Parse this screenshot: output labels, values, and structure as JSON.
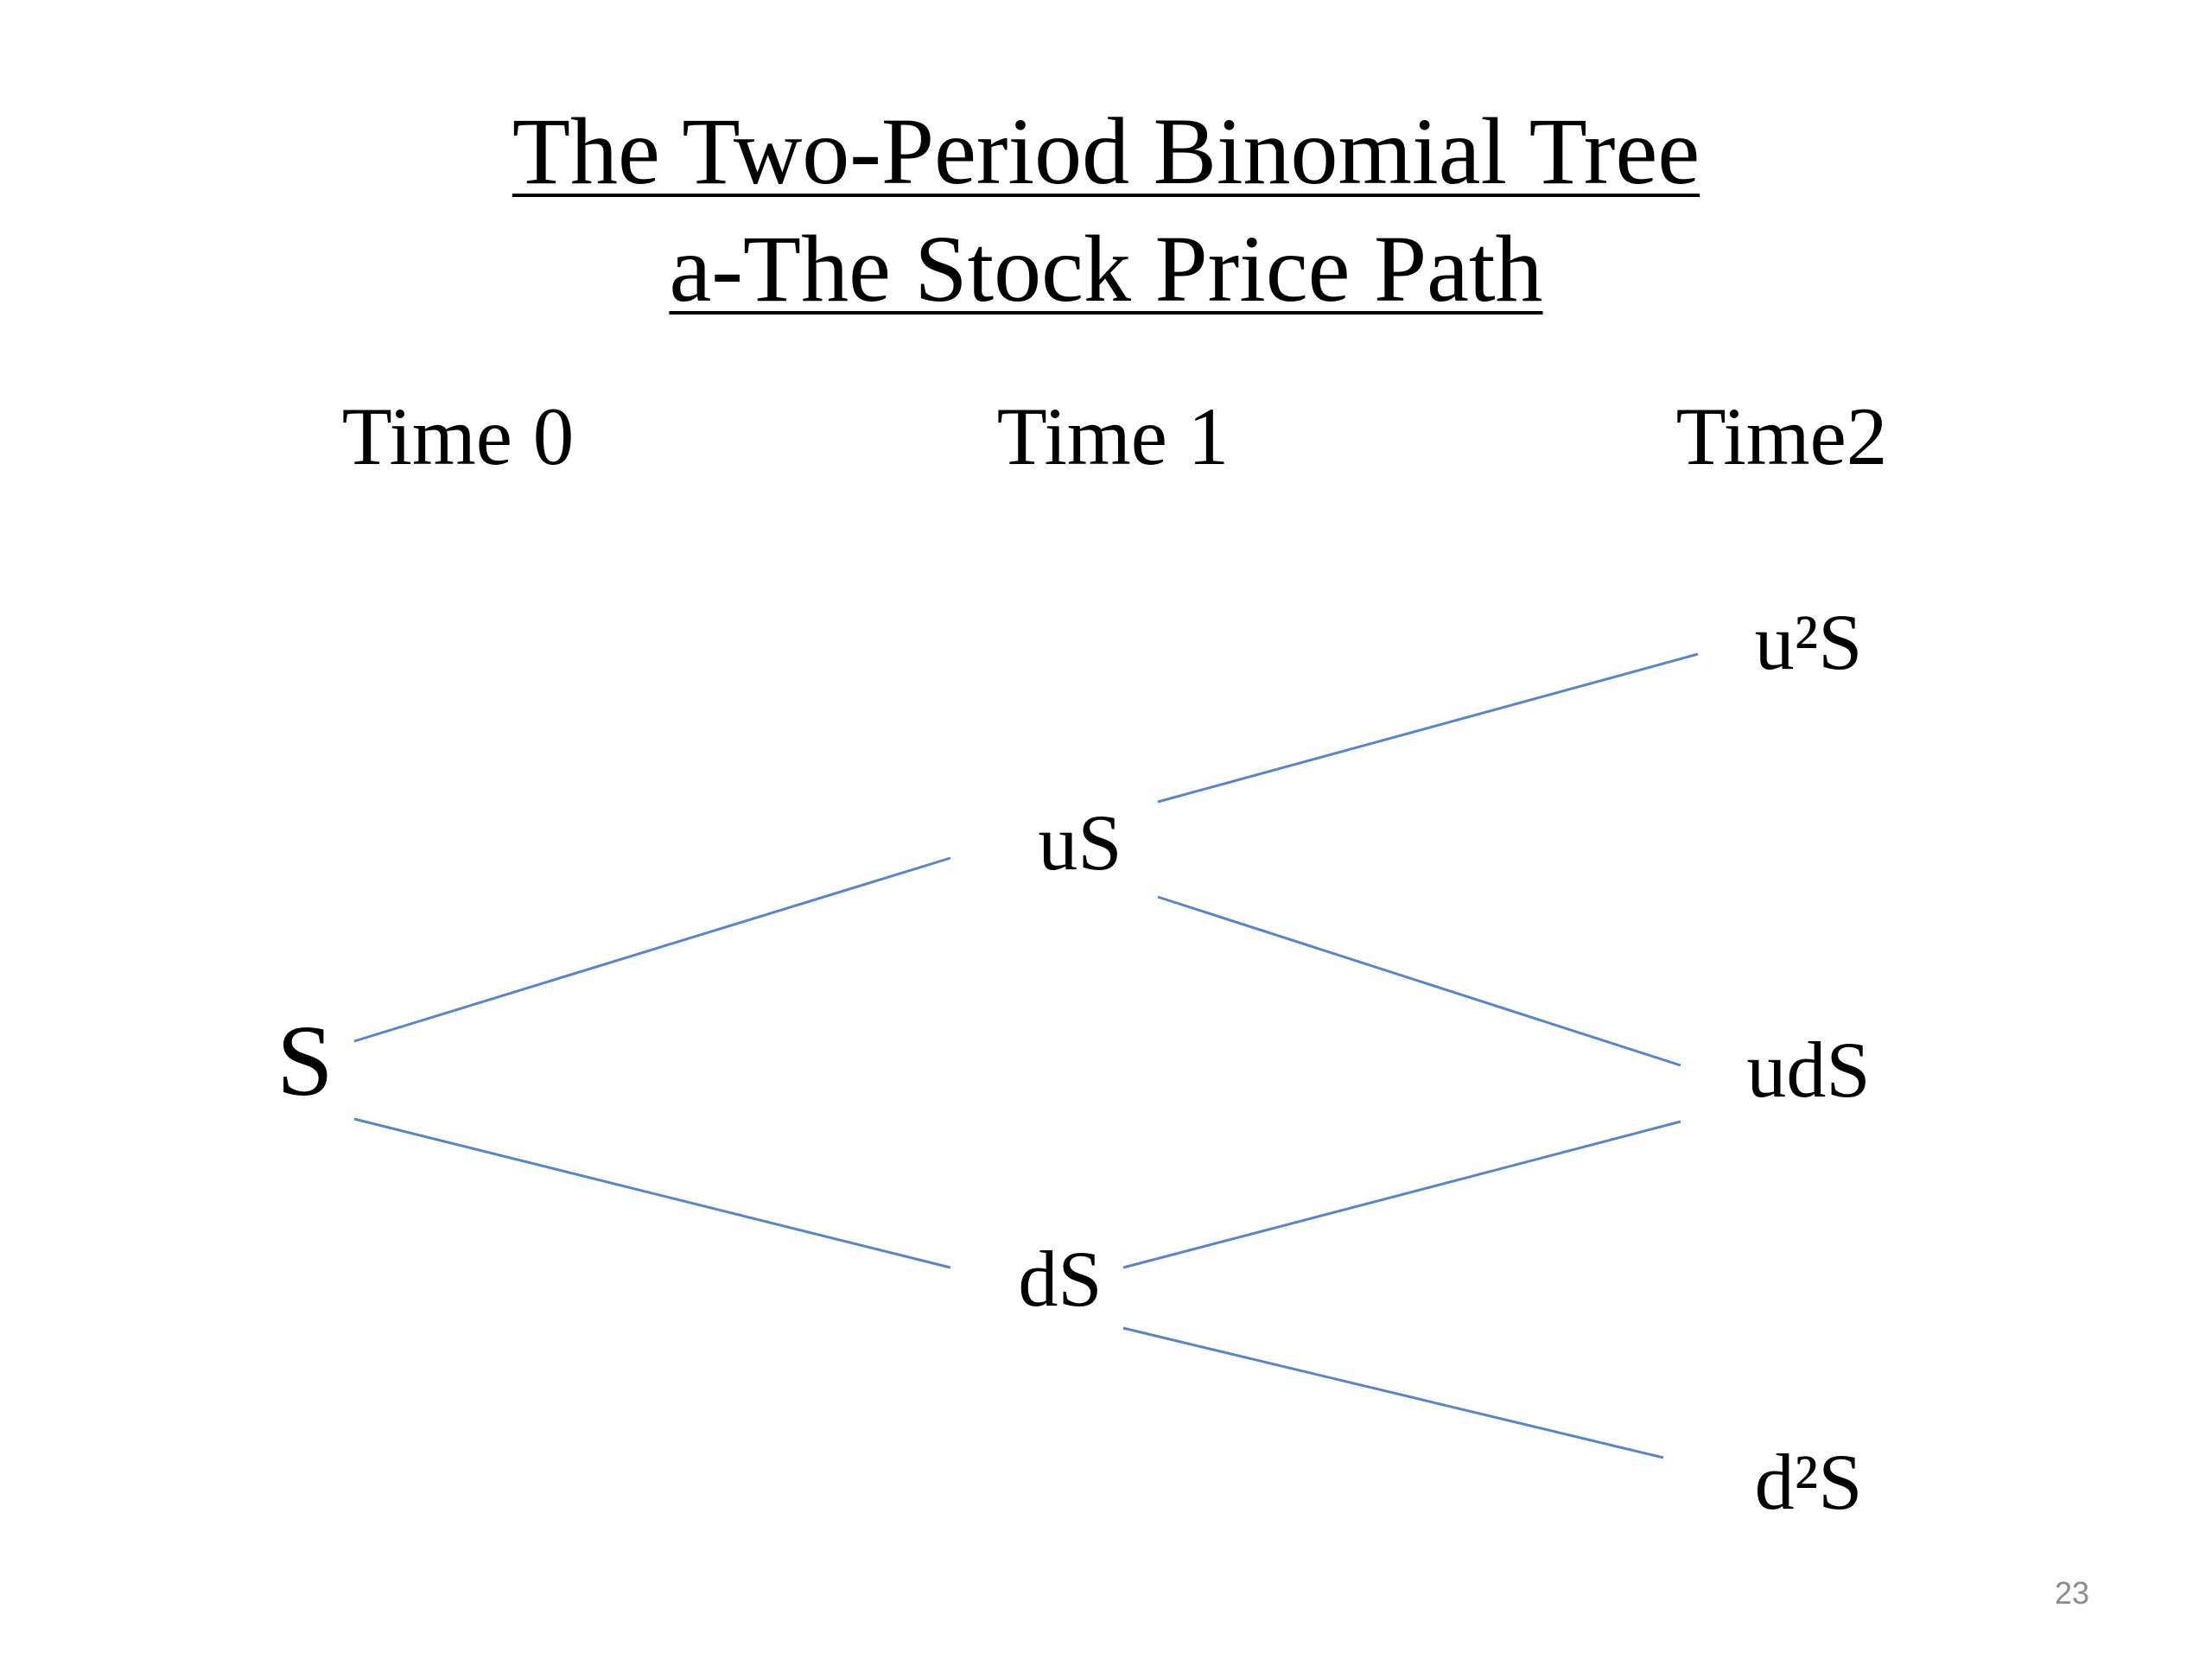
{
  "title": {
    "line1": "The Two-Period Binomial Tree",
    "line2": "a-The Stock Price Path"
  },
  "time_labels": [
    "Time 0",
    "Time 1",
    "Time2"
  ],
  "nodes": {
    "s": "S",
    "us": "uS",
    "ds": "dS",
    "u2s": "u²S",
    "uds": "udS",
    "d2s": "d²S"
  },
  "edges": [
    {
      "from": "S",
      "to": "uS"
    },
    {
      "from": "S",
      "to": "dS"
    },
    {
      "from": "uS",
      "to": "u²S"
    },
    {
      "from": "uS",
      "to": "udS"
    },
    {
      "from": "dS",
      "to": "udS"
    },
    {
      "from": "dS",
      "to": "d²S"
    }
  ],
  "colors": {
    "edge": "#5b86c2",
    "text": "#000000",
    "page_number": "#8c8c8c"
  },
  "page_number": "23"
}
